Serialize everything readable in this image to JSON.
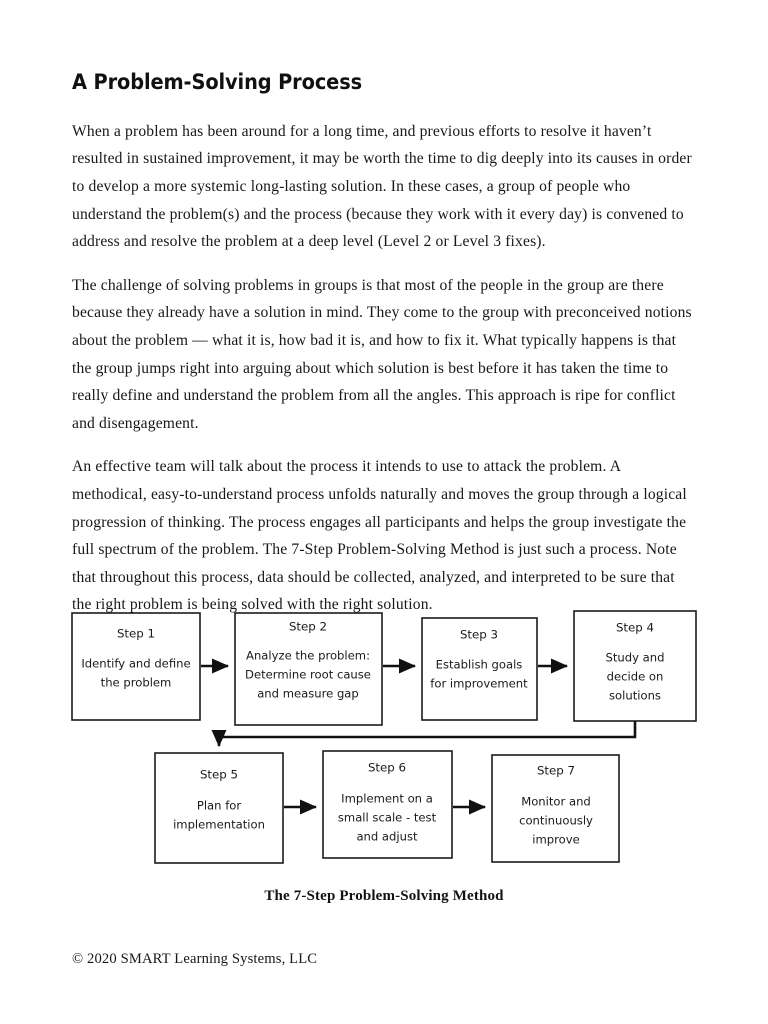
{
  "document": {
    "title": "A Problem-Solving Process",
    "paragraphs": [
      "When a problem has been around for a long time, and previous efforts to resolve it haven’t resulted in sustained improvement, it may be worth the time to dig deeply into its causes in order to develop a more systemic long-lasting solution. In these cases, a group of people who understand the problem(s) and the process (because they work with it every day) is convened to address and resolve the problem at a deep level (Level 2 or Level 3 fixes).",
      "The challenge of solving problems in groups is that most of the people in the group are there because they already have a solution in mind. They come to the group with preconceived notions about the problem — what it is, how bad it is, and how to fix it. What typically happens is that the group jumps right into arguing about which solution is best before it has taken the time to really define and understand the problem from all the angles. This approach is ripe for conflict and disengagement.",
      "An effective team will talk about the process it intends to use to attack the problem. A methodical, easy-to-understand process unfolds naturally and moves the group through a logical progression of thinking. The process engages all participants and helps the group investigate the full spectrum of the problem. The 7-Step Problem-Solving Method is just such a process. Note that throughout this process, data should be collected, analyzed, and interpreted to be sure that the right problem is being solved with the right solution."
    ],
    "figure_caption": "The 7-Step Problem-Solving Method",
    "footer": "© 2020 SMART Learning Systems, LLC"
  },
  "flowchart": {
    "steps": [
      {
        "id": "step-1",
        "label": "Step 1",
        "lines": [
          "Identify and define",
          "the problem"
        ]
      },
      {
        "id": "step-2",
        "label": "Step 2",
        "lines": [
          "Analyze the problem:",
          "Determine root cause",
          "and measure gap"
        ]
      },
      {
        "id": "step-3",
        "label": "Step 3",
        "lines": [
          "Establish goals",
          "for improvement"
        ]
      },
      {
        "id": "step-4",
        "label": "Step 4",
        "lines": [
          "Study and",
          "decide on",
          "solutions"
        ]
      },
      {
        "id": "step-5",
        "label": "Step 5",
        "lines": [
          "Plan for",
          "implementation"
        ]
      },
      {
        "id": "step-6",
        "label": "Step 6",
        "lines": [
          "Implement on a",
          "small scale - test",
          "and adjust"
        ]
      },
      {
        "id": "step-7",
        "label": "Step 7",
        "lines": [
          "Monitor and",
          "continuously",
          "improve"
        ]
      }
    ],
    "connectors": [
      "step-1-to-step-2",
      "step-2-to-step-3",
      "step-3-to-step-4",
      "step-4-to-step-5",
      "step-5-to-step-6",
      "step-6-to-step-7"
    ]
  },
  "colors": {
    "page_background": "#ffffff",
    "body_text": "#171717",
    "title_text": "#111111",
    "box_stroke": "#1b1b1b",
    "connector": "#111111"
  }
}
